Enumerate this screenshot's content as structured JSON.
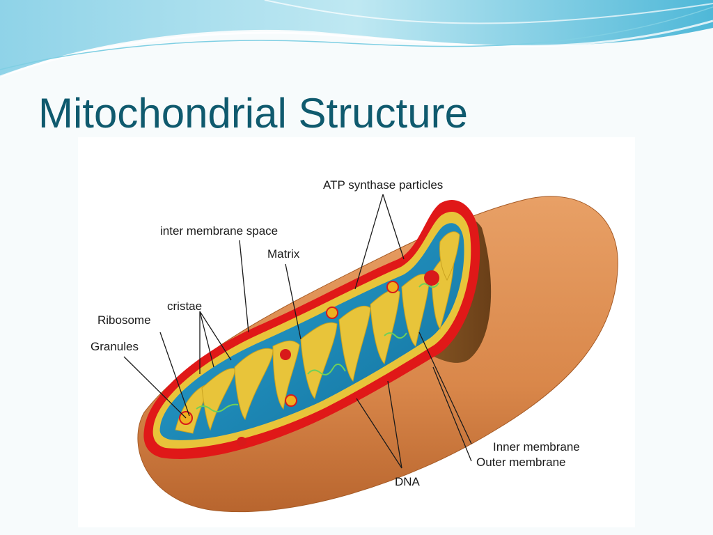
{
  "slide": {
    "title": "Mitochondrial Structure"
  },
  "diagram": {
    "labels": {
      "atp_synthase": "ATP synthase particles",
      "intermembrane_space": "inter membrane space",
      "matrix": "Matrix",
      "cristae": "cristae",
      "ribosome": "Ribosome",
      "granules": "Granules",
      "inner_membrane": "Inner membrane",
      "outer_membrane": "Outer membrane",
      "dna": "DNA"
    },
    "colors": {
      "outer_body": "#d9874a",
      "outer_membrane": "#e01818",
      "inner_membrane": "#e8c43a",
      "matrix": "#1d8fbf",
      "granule": "#d81a1a",
      "ribosome": "#f0b020",
      "dna": "#6ed05a"
    }
  }
}
